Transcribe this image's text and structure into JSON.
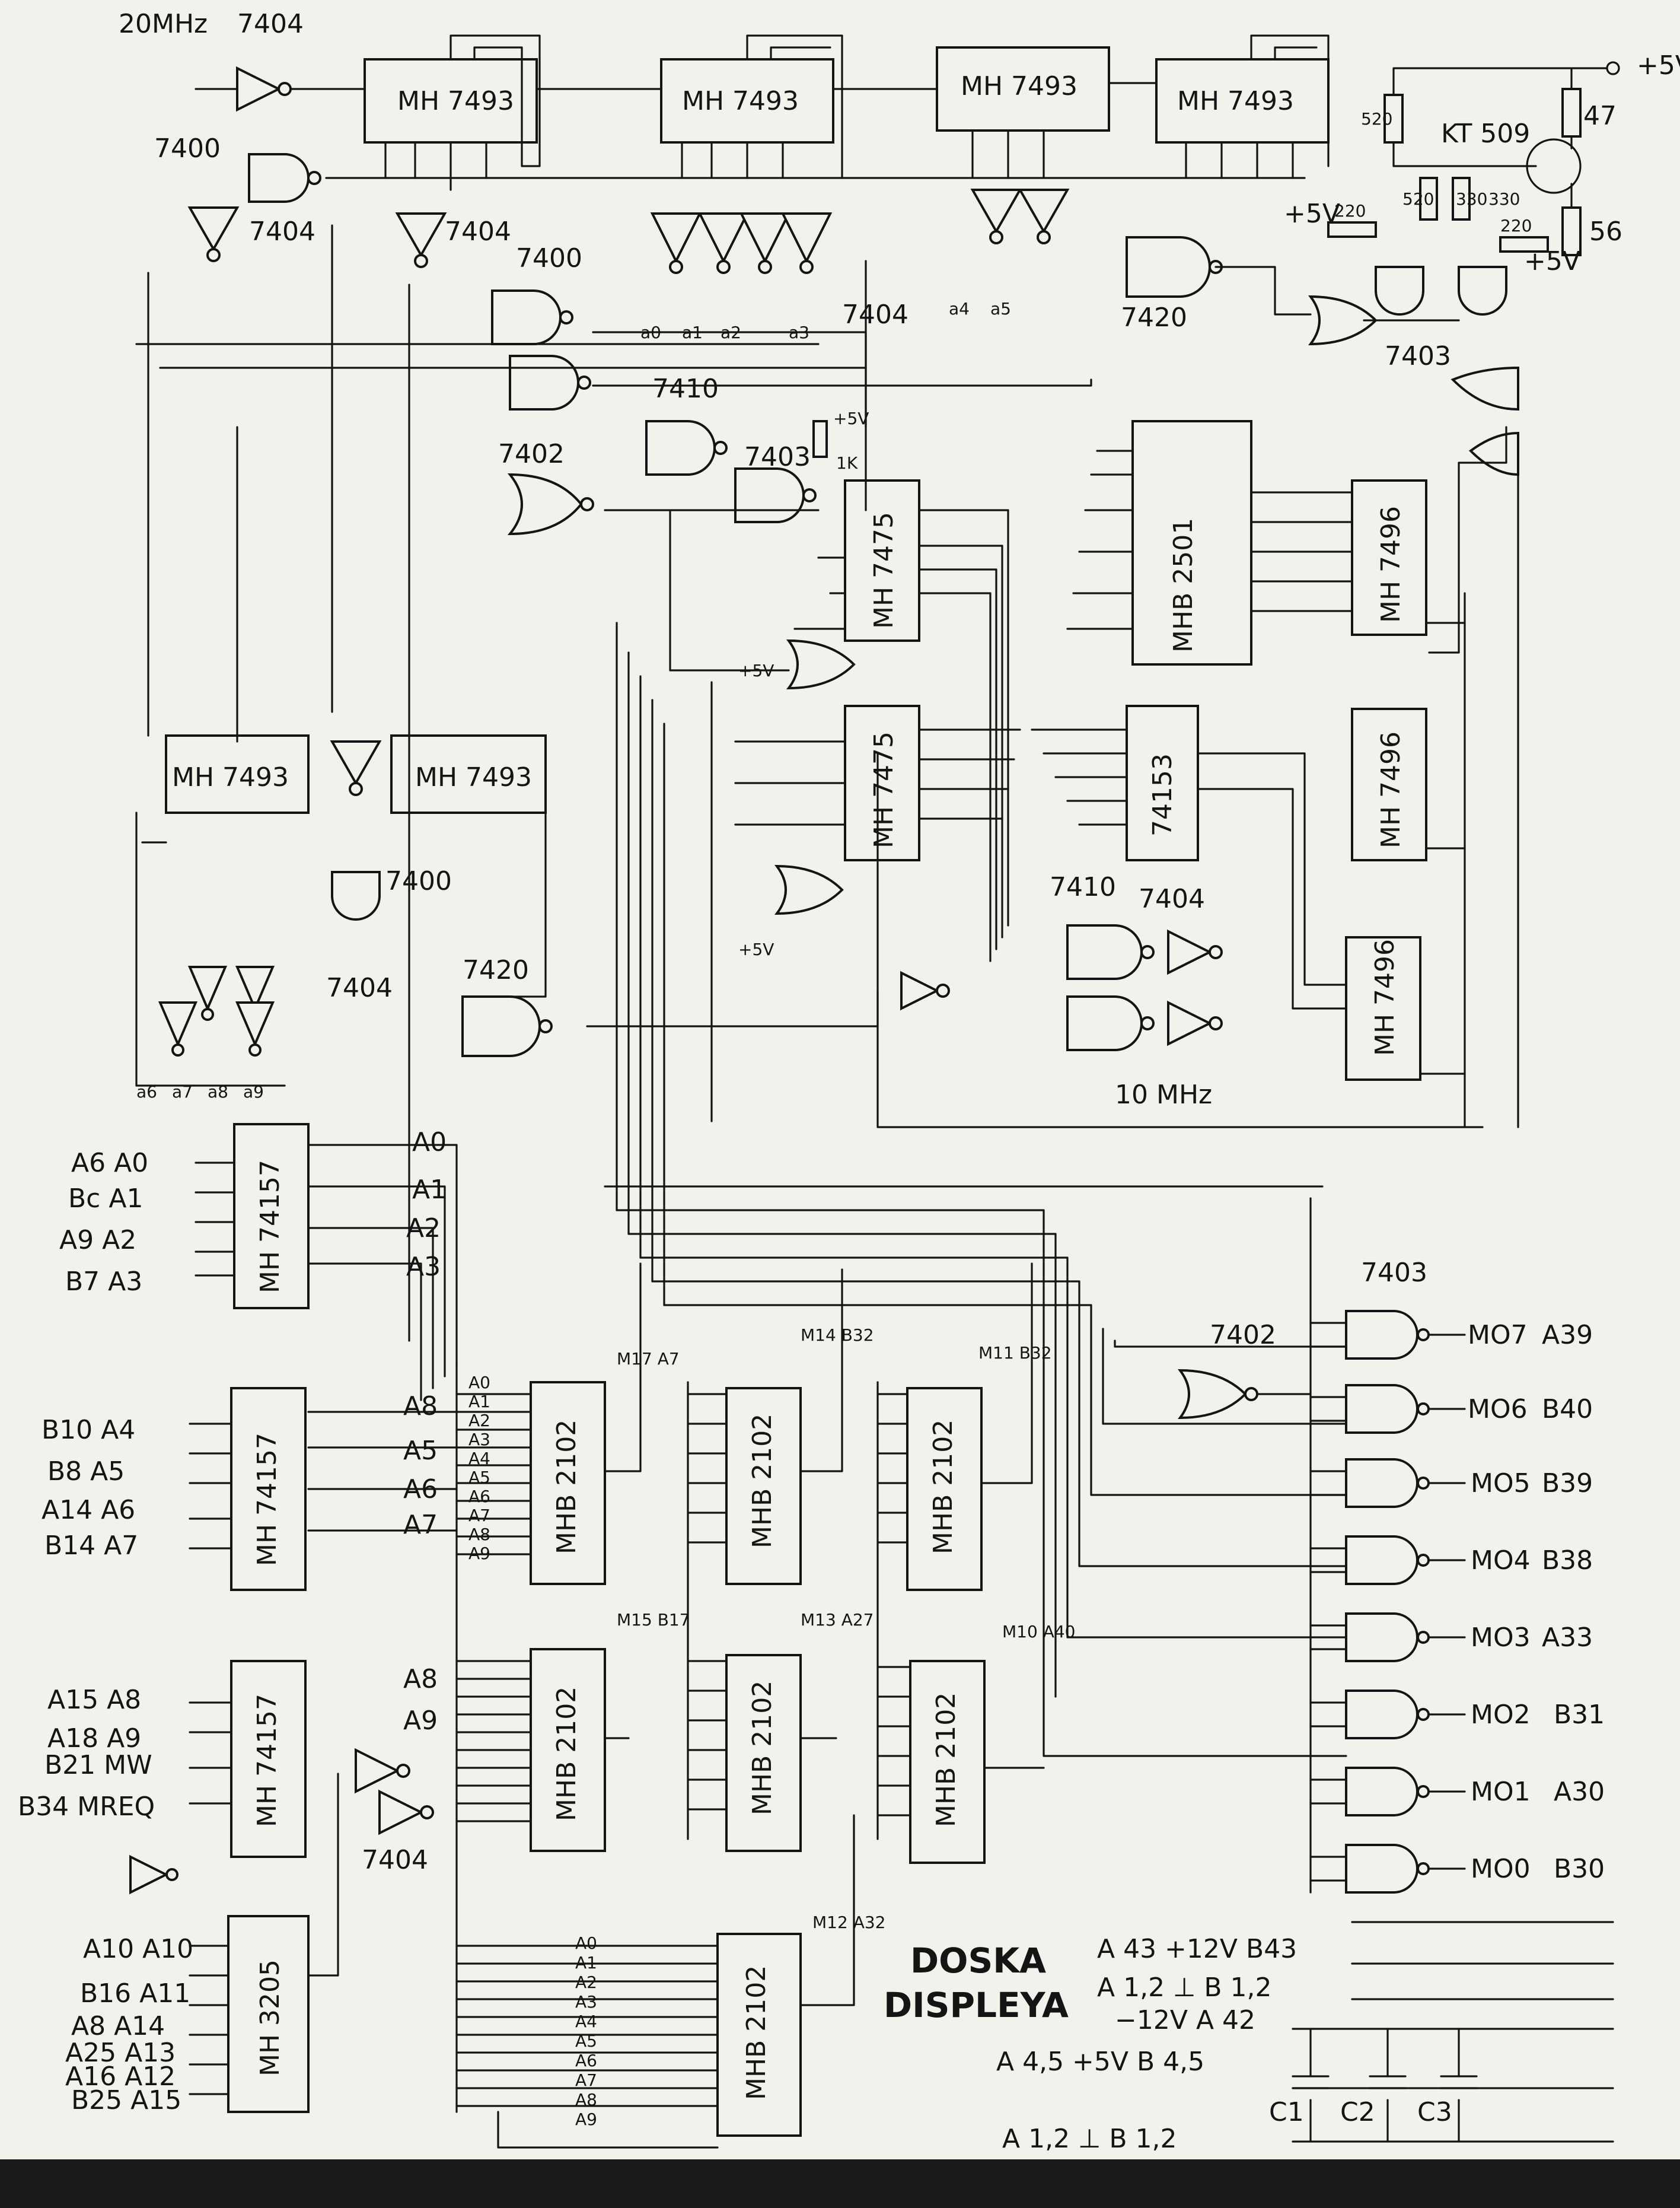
{
  "colors": {
    "paper": "#f3f1ec",
    "ink": "#141414",
    "background": "#1a1a1a"
  },
  "title": {
    "line1": "DOSKA",
    "line2": "DISPLEYA"
  },
  "clock_in": "20MHz",
  "clock_10": "10 MHz",
  "vcc_label": "+5V",
  "chips": {
    "i7493": "MH 7493",
    "i7404": "7404",
    "i7400": "7400",
    "i7402": "7402",
    "i7403": "7403",
    "i7410": "7410",
    "i7420": "7420",
    "i7475": "MH 7475",
    "i2501": "MHB 2501",
    "i7496": "MH 7496",
    "i74153": "74153",
    "i74157": "MH 74157",
    "i2102": "MHB 2102",
    "i3205": "MH 3205"
  },
  "transistor": {
    "name": "KT 509"
  },
  "resistors": [
    "47",
    "56",
    "520",
    "520",
    "330",
    "330",
    "220",
    "220",
    "1K"
  ],
  "mux_left": [
    {
      "inputs": [
        "A6 A0",
        "Bc A1",
        "A9 A2",
        "B7 A3"
      ],
      "outputs": [
        "A0",
        "A1",
        "A2",
        "A3"
      ]
    },
    {
      "inputs": [
        "B10 A4",
        "B8 A5",
        "A14 A6",
        "B14 A7"
      ],
      "outputs": [
        "A8",
        "A5",
        "A6",
        "A7"
      ]
    },
    {
      "inputs": [
        "A15 A8",
        "A18 A9",
        "B21 MW",
        "B34 MREQ"
      ],
      "outputs": [
        "A8",
        "A9"
      ]
    }
  ],
  "decoder_inputs": [
    "A10 A10",
    "B16 A11",
    "A8 A14",
    "A25 A13",
    "A16 A12",
    "B25 A15"
  ],
  "address_bus": [
    "A0",
    "A1",
    "A2",
    "A3",
    "A4",
    "A5",
    "A6",
    "A7",
    "A8",
    "A9"
  ],
  "mem_tags": [
    "M17 A7",
    "M14 B32",
    "M11 B32",
    "M15 B17",
    "M13 A27",
    "M10 A40",
    "M12 A32"
  ],
  "data_outputs": [
    {
      "signal": "MO7",
      "pin": "A39"
    },
    {
      "signal": "MO6",
      "pin": "B40"
    },
    {
      "signal": "MO5",
      "pin": "B39"
    },
    {
      "signal": "MO4",
      "pin": "B38"
    },
    {
      "signal": "MO3",
      "pin": "A33"
    },
    {
      "signal": "MO2",
      "pin": "B31"
    },
    {
      "signal": "MO1",
      "pin": "A30"
    },
    {
      "signal": "MO0",
      "pin": "B30"
    }
  ],
  "power_notes": [
    "A 43 +12V  B43",
    "A 1,2 ⊥  B 1,2",
    "−12V  A 42",
    "A 4,5 +5V  B 4,5",
    "A 1,2 ⊥  B 1,2"
  ],
  "capacitors": [
    "C1",
    "C2",
    "C3"
  ],
  "counter_outputs": [
    "a0",
    "a1",
    "a2",
    "a3",
    "a4",
    "a5"
  ],
  "row_outputs": [
    "a6",
    "a7",
    "a8",
    "a9"
  ]
}
